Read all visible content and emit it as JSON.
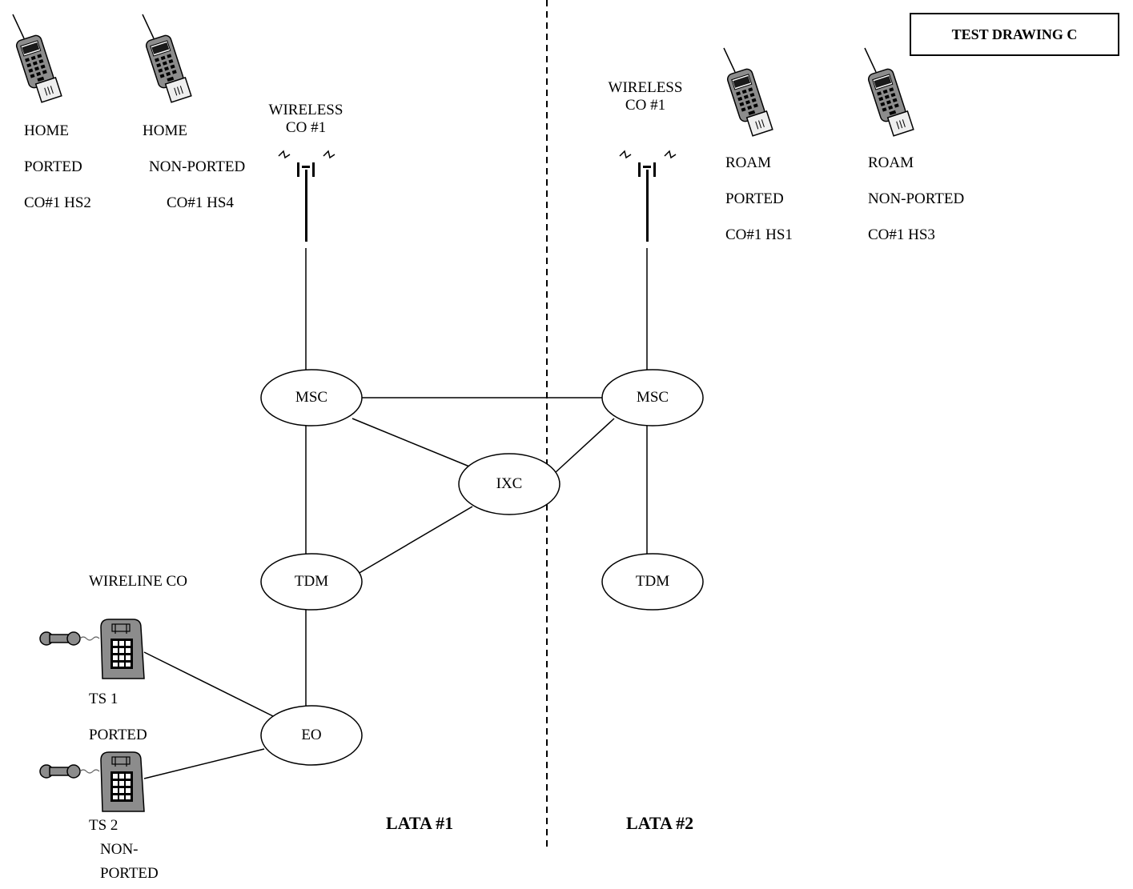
{
  "title": "TEST DRAWING  C",
  "regions": {
    "lata1": "LATA #1",
    "lata2": "LATA #2"
  },
  "towers": {
    "left": [
      "WIRELESS",
      "CO #1"
    ],
    "right": [
      "WIRELESS",
      "CO #1"
    ]
  },
  "handsets": [
    {
      "lines": [
        "HOME",
        "PORTED",
        "CO#1 HS2"
      ],
      "icon": "mobile-phone-icon"
    },
    {
      "lines": [
        "HOME",
        "NON-PORTED",
        "CO#1 HS4"
      ],
      "icon": "mobile-phone-icon"
    },
    {
      "lines": [
        "ROAM",
        "PORTED",
        "CO#1 HS1"
      ],
      "icon": "mobile-phone-icon"
    },
    {
      "lines": [
        "ROAM",
        "NON-PORTED",
        "CO#1 HS3"
      ],
      "icon": "mobile-phone-icon"
    }
  ],
  "nodes": {
    "msc_left": "MSC",
    "msc_right": "MSC",
    "ixc": "IXC",
    "tdm_left": "TDM",
    "tdm_right": "TDM",
    "eo": "EO"
  },
  "wireline": {
    "label": "WIRELINE CO",
    "phones": [
      {
        "lines": [
          "TS 1",
          "PORTED"
        ],
        "icon": "desk-phone-icon"
      },
      {
        "lines": [
          "TS 2",
          "NON-",
          "PORTED"
        ],
        "icon": "desk-phone-icon"
      }
    ]
  }
}
